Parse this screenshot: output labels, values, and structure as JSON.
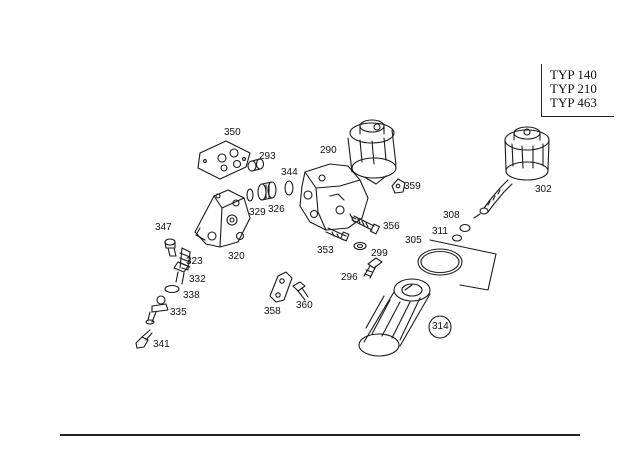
{
  "type_block": [
    "TYP 140",
    "TYP 210",
    "TYP 463"
  ],
  "part_labels": {
    "p350": "350",
    "p293": "293",
    "p290": "290",
    "p344": "344",
    "p359": "359",
    "p302": "302",
    "p329": "329",
    "p326": "326",
    "p347": "347",
    "p320": "320",
    "p356": "356",
    "p308": "308",
    "p311": "311",
    "p305": "305",
    "p353": "353",
    "p299": "299",
    "p296": "296",
    "p323": "323",
    "p332": "332",
    "p338": "338",
    "p335": "335",
    "p358": "358",
    "p360": "360",
    "p314": "314",
    "p341": "341"
  }
}
